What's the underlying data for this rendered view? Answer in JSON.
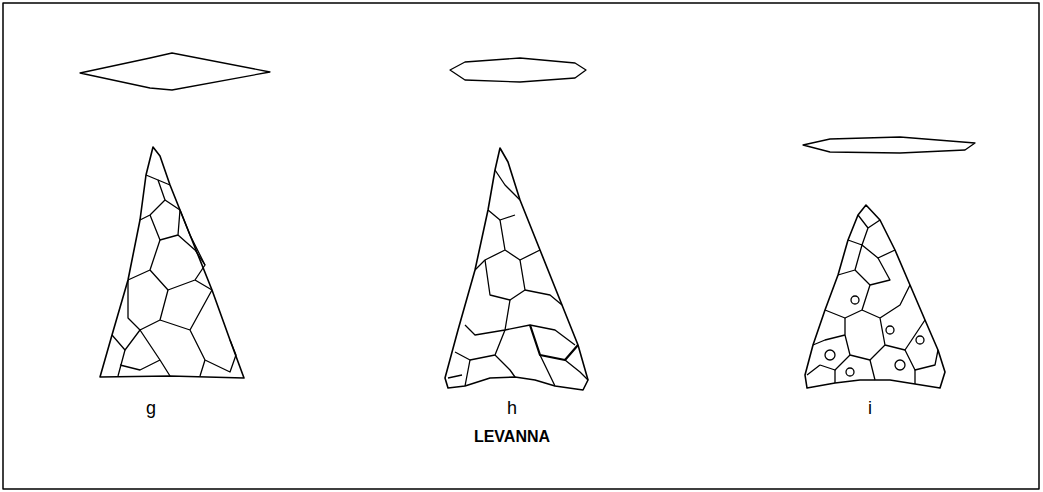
{
  "diagram": {
    "labels": [
      "g",
      "h",
      "i",
      "LEVANNA"
    ]
  }
}
